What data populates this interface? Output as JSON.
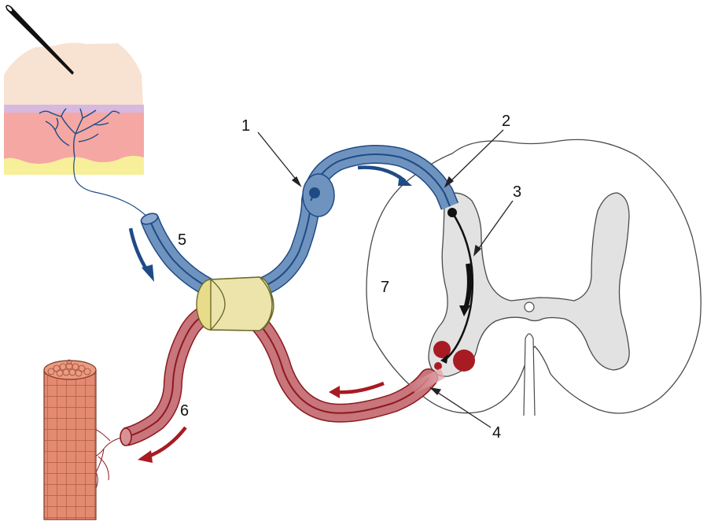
{
  "labels": {
    "l1": "1",
    "l2": "2",
    "l3": "3",
    "l4": "4",
    "l5": "5",
    "l6": "6",
    "l7": "7"
  },
  "colors": {
    "sensory_nerve": "#6f93bf",
    "sensory_dark": "#1f4b85",
    "motor_nerve": "#c8757b",
    "motor_dark": "#8b1a1f",
    "ganglion_sheath": "#e8dfa6",
    "grey_matter": "#e2e2e2",
    "skin_top": "#f8e2d2",
    "dermis": "#f5a7a3",
    "fat_layer": "#f7ef9a",
    "muscle": "#e48a70"
  },
  "icons": {
    "needle": "needle-icon",
    "reflex_arrows": "curved-arrow-icon"
  }
}
